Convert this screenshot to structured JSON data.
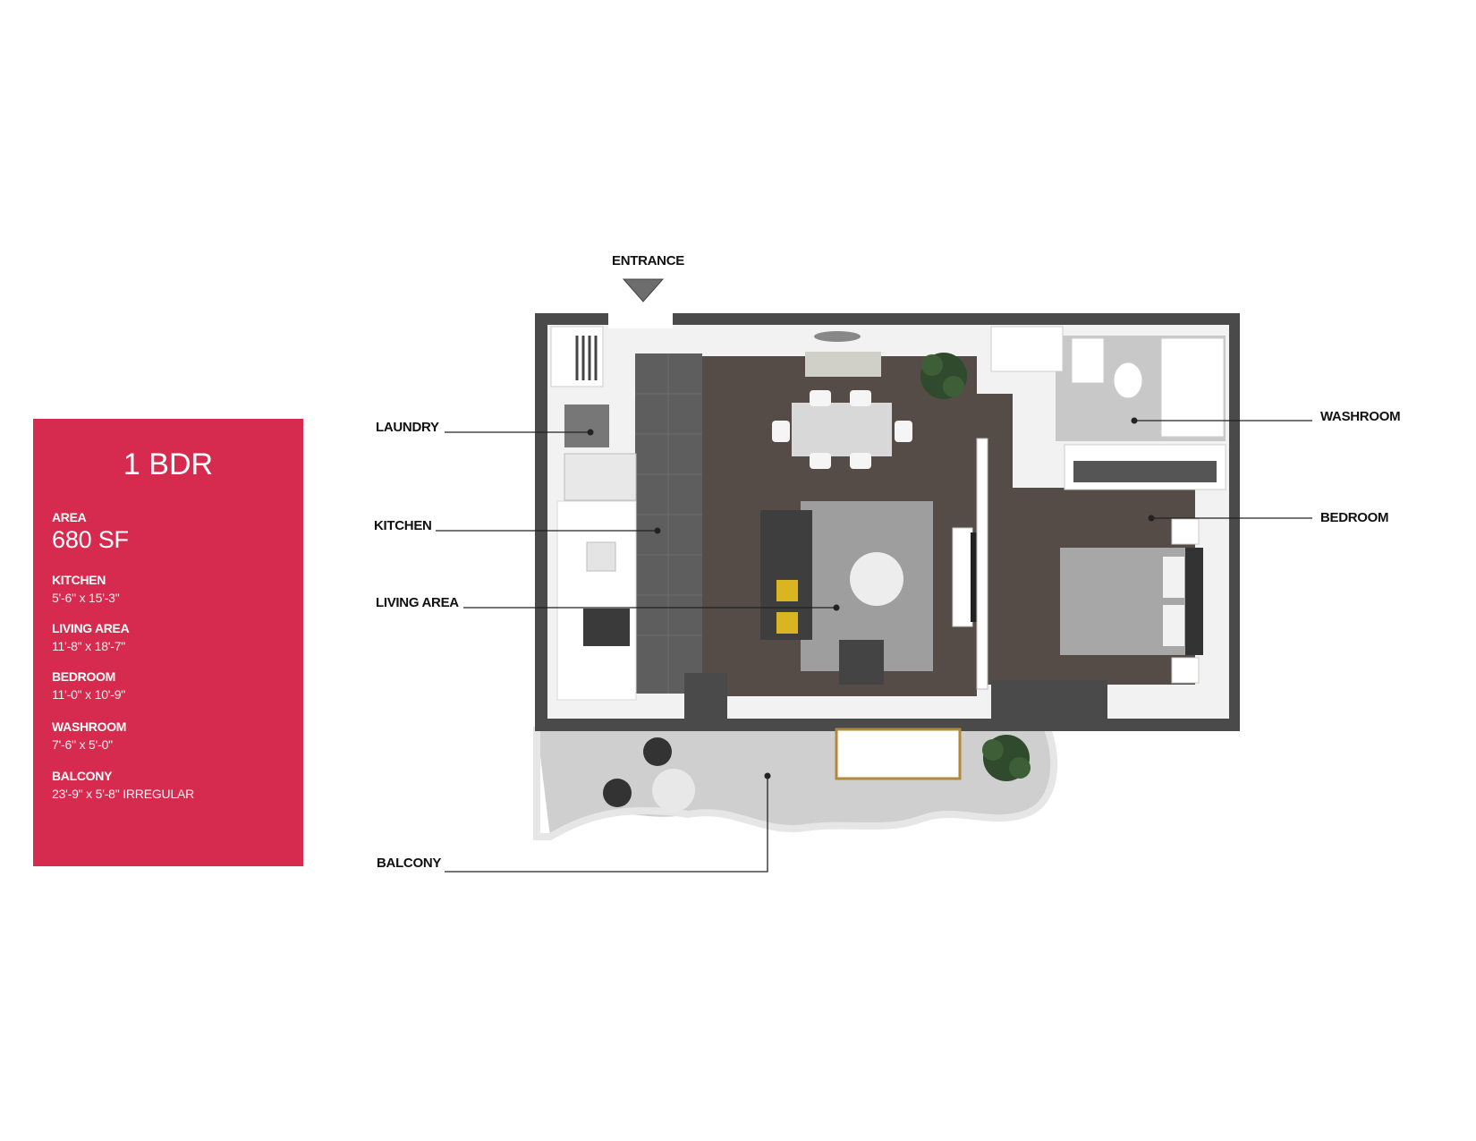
{
  "unit": {
    "title": "1 BDR",
    "specs": [
      {
        "label": "AREA",
        "value": "680 SF"
      },
      {
        "label": "KITCHEN",
        "value": "5'-6\" x 15'-3\""
      },
      {
        "label": "LIVING AREA",
        "value": "11'-8\" x 18'-7\""
      },
      {
        "label": "BEDROOM",
        "value": "11'-0\" x 10'-9\""
      },
      {
        "label": "WASHROOM",
        "value": "7'-6\" x 5'-0\""
      },
      {
        "label": "BALCONY",
        "value": "23'-9\" x 5'-8\" IRREGULAR"
      }
    ]
  },
  "plan": {
    "entrance_label": "ENTRANCE",
    "callouts": {
      "laundry": "LAUNDRY",
      "kitchen": "KITCHEN",
      "living": "LIVING AREA",
      "balcony": "BALCONY",
      "washroom": "WASHROOM",
      "bedroom": "BEDROOM"
    }
  },
  "colors": {
    "brand": "#d62b4e",
    "wall": "#4a4a4a",
    "floor": "#554c48",
    "tile": "#5a5a5a",
    "balcony": "#cfcfcf"
  }
}
